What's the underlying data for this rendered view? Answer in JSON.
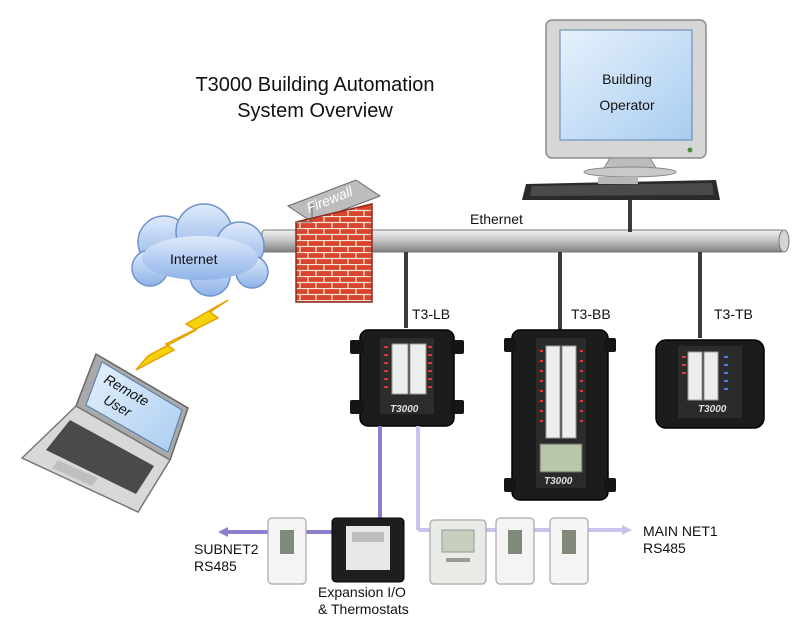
{
  "title": {
    "line1": "T3000 Building Automation",
    "line2": "System Overview"
  },
  "operator": {
    "line1": "Building",
    "line2": "Operator"
  },
  "network": {
    "ethernet": "Ethernet",
    "internet": "Internet",
    "firewall": "Firewall",
    "remote_user": {
      "line1": "Remote",
      "line2": "User"
    }
  },
  "controllers": {
    "lb": "T3-LB",
    "bb": "T3-BB",
    "tb": "T3-TB",
    "brand": "T3000"
  },
  "buses": {
    "subnet2": {
      "line1": "SUBNET2",
      "line2": "RS485"
    },
    "mainnet": {
      "line1": "MAIN NET1",
      "line2": "RS485"
    },
    "expansion": {
      "line1": "Expansion I/O",
      "line2": "& Thermostats"
    }
  },
  "colors": {
    "pipe": "#c8c8c8",
    "bus": "#8b7fd0",
    "mainbus": "#c7c3ec",
    "screen": "#c9e0f7",
    "cloud": "#a9c6ef",
    "brick": "#d9442e",
    "device": "#1c1c1c"
  },
  "icons": [
    "computer-monitor-icon",
    "keyboard-icon",
    "cloud-icon",
    "firewall-icon",
    "laptop-icon",
    "lightning-bolt-icon",
    "controller-icon",
    "thermostat-icon"
  ]
}
